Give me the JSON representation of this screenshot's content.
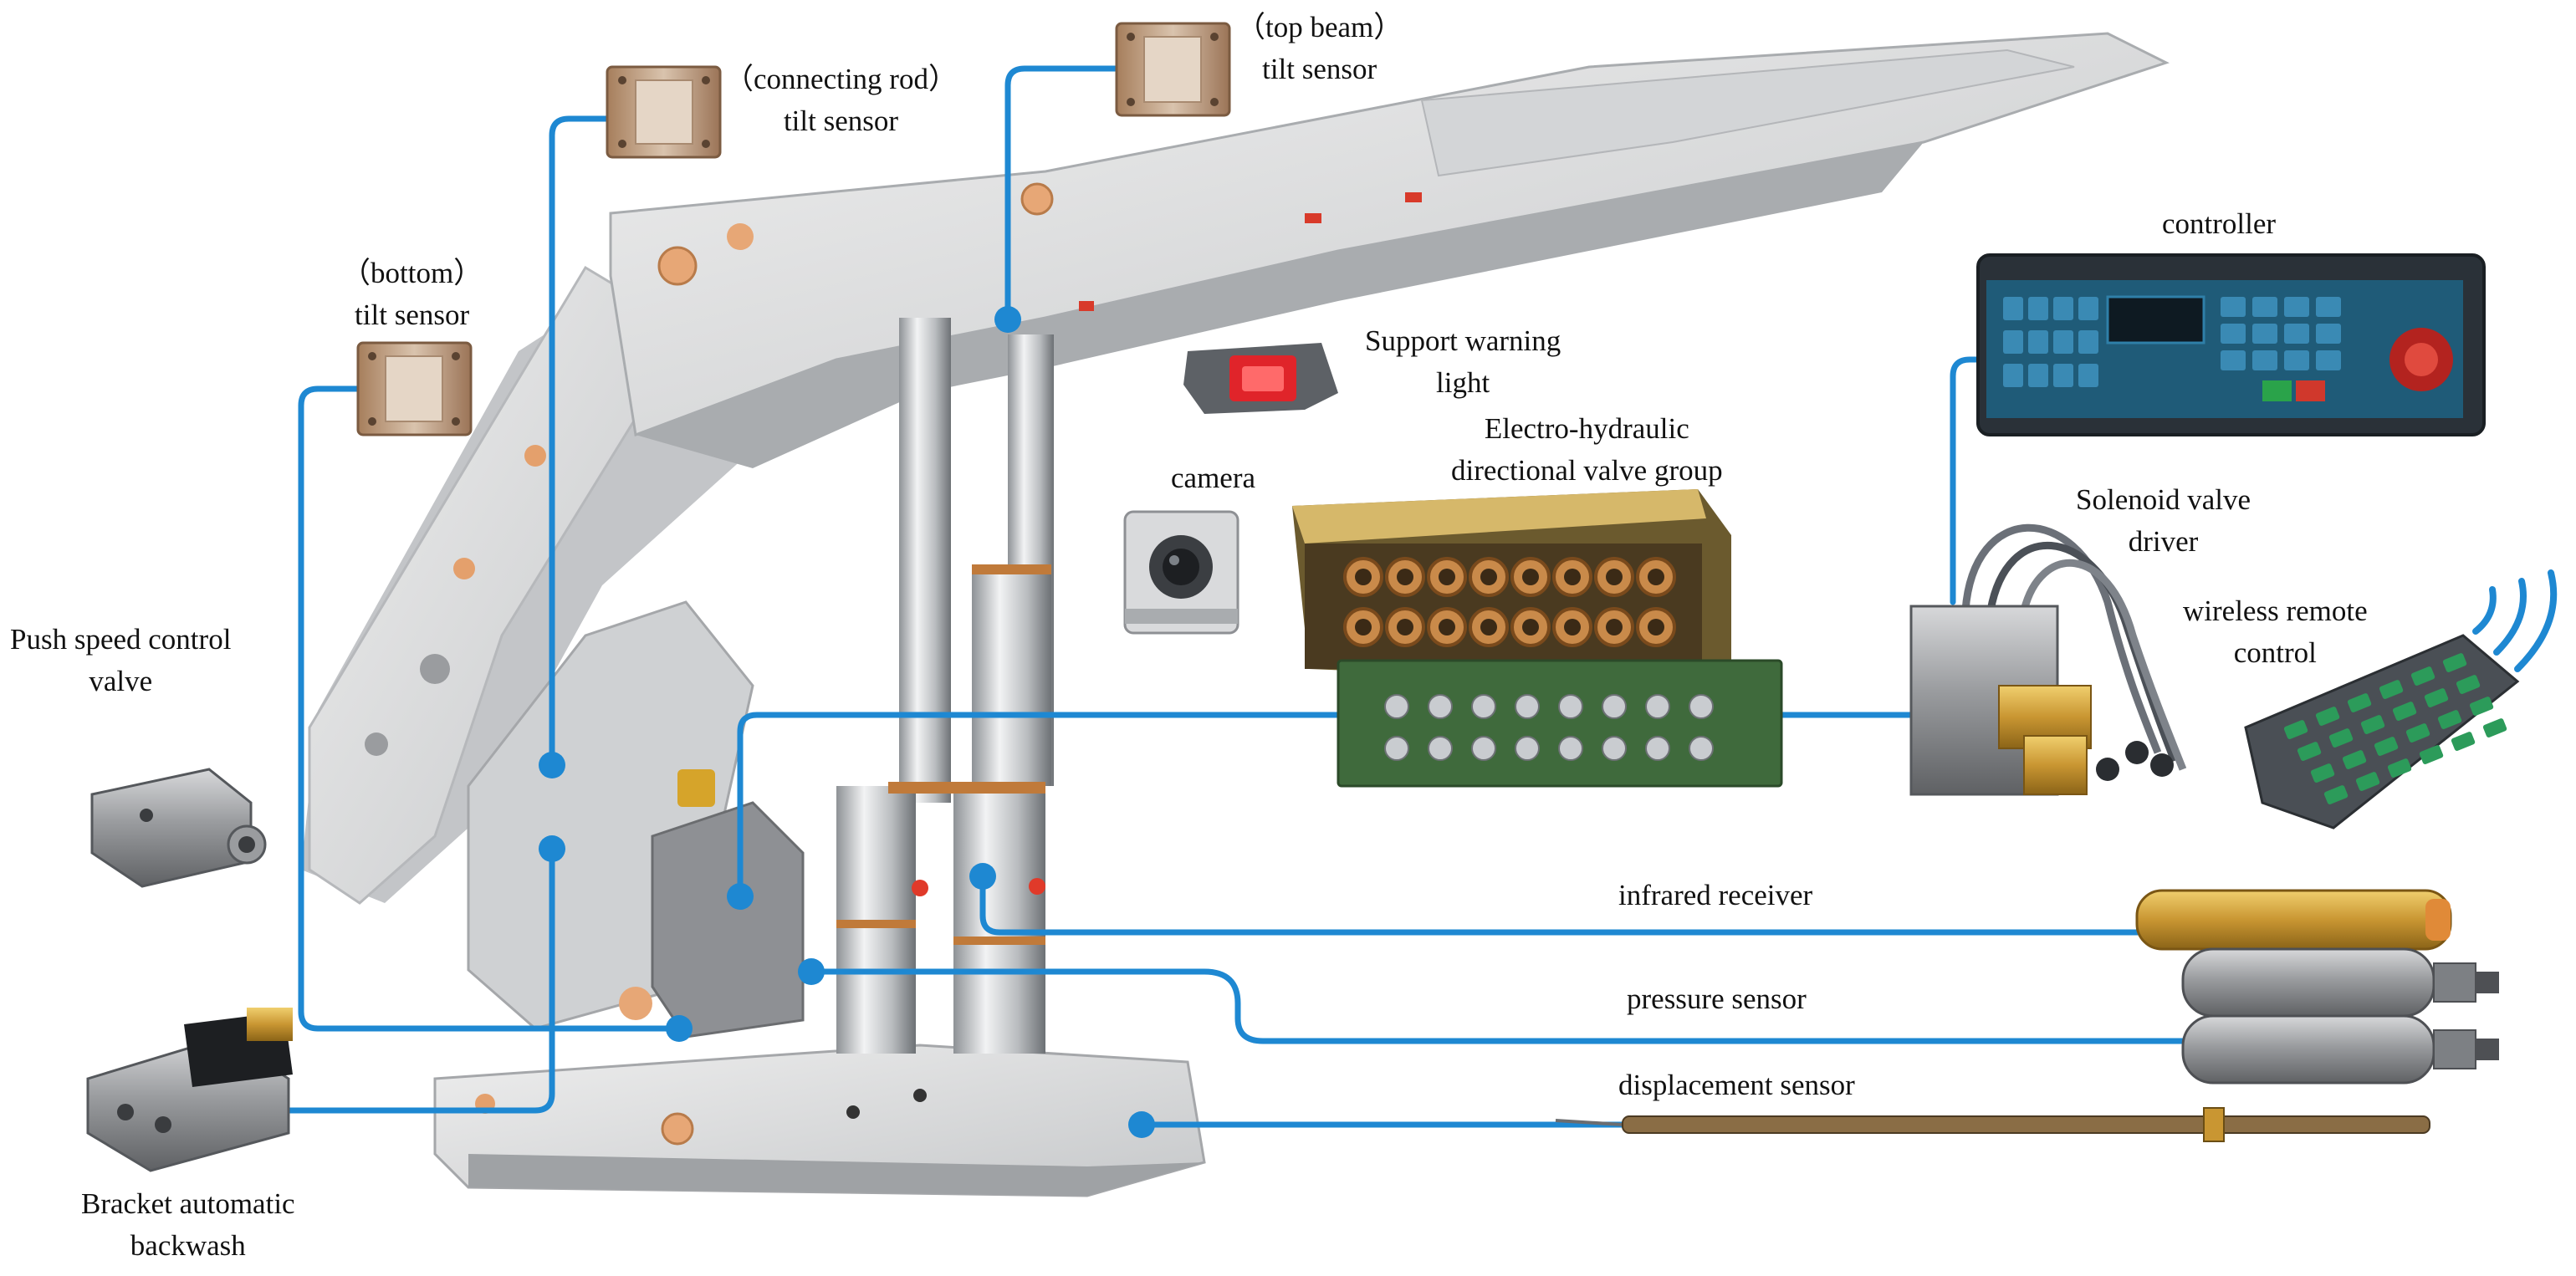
{
  "labels": {
    "connecting_rod": [
      "（connecting rod）",
      "tilt sensor"
    ],
    "top_beam": [
      "（top beam）",
      "tilt sensor"
    ],
    "bottom": [
      "（bottom）",
      "tilt sensor"
    ],
    "controller": [
      "controller"
    ],
    "support_warning": [
      "Support warning",
      "light"
    ],
    "valve_group": [
      "Electro-hydraulic",
      "directional valve group"
    ],
    "camera": [
      "camera"
    ],
    "solenoid": [
      "Solenoid valve",
      "driver"
    ],
    "wireless": [
      "wireless remote",
      "control"
    ],
    "push_speed": [
      "Push speed control",
      "valve"
    ],
    "infrared": [
      "infrared receiver"
    ],
    "pressure": [
      "pressure sensor"
    ],
    "displacement": [
      "displacement sensor"
    ],
    "backwash": [
      "Bracket automatic",
      "backwash"
    ]
  },
  "colors": {
    "link": "#1e88d2",
    "support_body": "#dcdcdc",
    "support_shadow": "#a9acaf",
    "cylinder": "#c9ccd0",
    "copper": "#d98a4a",
    "brass": "#c79a3a",
    "valve_green": "#3f6a3c",
    "dark_panel": "#2a3138",
    "steel": "#8d8f92"
  }
}
